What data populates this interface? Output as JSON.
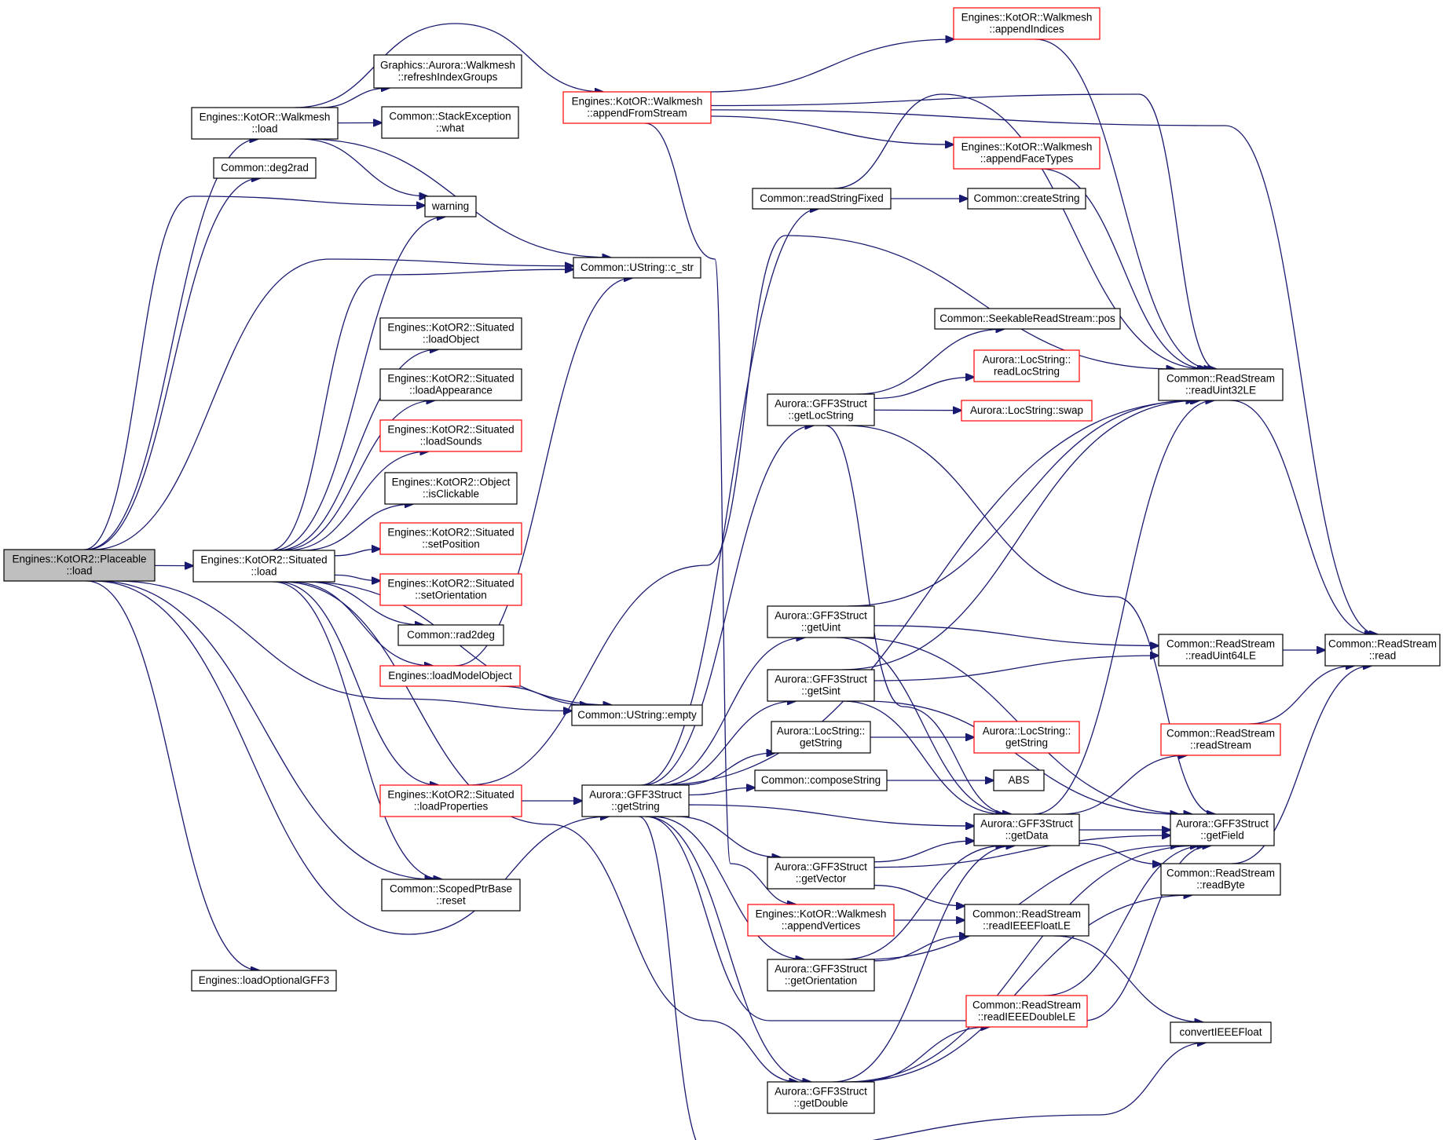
{
  "title": "",
  "colors": {
    "edge": "#191970",
    "normal_border": "#000000",
    "link_border": "#ff0000",
    "root_fill": "#bfbfbf"
  },
  "nodes": [
    {
      "id": "root",
      "lines": [
        "Engines::KotOR2::Placeable",
        "::load"
      ],
      "style": "root"
    },
    {
      "id": "kwalk_load",
      "lines": [
        "Engines::KotOR::Walkmesh",
        "::load"
      ],
      "style": "normal"
    },
    {
      "id": "deg2rad",
      "lines": [
        "Common::deg2rad"
      ],
      "style": "normal"
    },
    {
      "id": "situated_load",
      "lines": [
        "Engines::KotOR2::Situated",
        "::load"
      ],
      "style": "normal"
    },
    {
      "id": "loadOptionalGFF3",
      "lines": [
        "Engines::loadOptionalGFF3"
      ],
      "style": "normal"
    },
    {
      "id": "refreshIndexGroups",
      "lines": [
        "Graphics::Aurora::Walkmesh",
        "::refreshIndexGroups"
      ],
      "style": "normal"
    },
    {
      "id": "stackexc",
      "lines": [
        "Common::StackException",
        "::what"
      ],
      "style": "normal"
    },
    {
      "id": "warning",
      "lines": [
        "warning"
      ],
      "style": "normal"
    },
    {
      "id": "c_str",
      "lines": [
        "Common::UString::c_str"
      ],
      "style": "normal"
    },
    {
      "id": "loadObject",
      "lines": [
        "Engines::KotOR2::Situated",
        "::loadObject"
      ],
      "style": "normal"
    },
    {
      "id": "loadAppearance",
      "lines": [
        "Engines::KotOR2::Situated",
        "::loadAppearance"
      ],
      "style": "normal"
    },
    {
      "id": "loadSounds",
      "lines": [
        "Engines::KotOR2::Situated",
        "::loadSounds"
      ],
      "style": "red"
    },
    {
      "id": "isClickable",
      "lines": [
        "Engines::KotOR2::Object",
        "::isClickable"
      ],
      "style": "normal"
    },
    {
      "id": "setPosition",
      "lines": [
        "Engines::KotOR2::Situated",
        "::setPosition"
      ],
      "style": "red"
    },
    {
      "id": "setOrientation",
      "lines": [
        "Engines::KotOR2::Situated",
        "::setOrientation"
      ],
      "style": "red"
    },
    {
      "id": "rad2deg",
      "lines": [
        "Common::rad2deg"
      ],
      "style": "normal"
    },
    {
      "id": "loadModelObject",
      "lines": [
        "Engines::loadModelObject"
      ],
      "style": "red"
    },
    {
      "id": "empty",
      "lines": [
        "Common::UString::empty"
      ],
      "style": "normal"
    },
    {
      "id": "loadProperties",
      "lines": [
        "Engines::KotOR2::Situated",
        "::loadProperties"
      ],
      "style": "red"
    },
    {
      "id": "reset",
      "lines": [
        "Common::ScopedPtrBase",
        "::reset"
      ],
      "style": "normal"
    },
    {
      "id": "appendFromStream",
      "lines": [
        "Engines::KotOR::Walkmesh",
        "::appendFromStream"
      ],
      "style": "red"
    },
    {
      "id": "getString",
      "lines": [
        "Aurora::GFF3Struct",
        "::getString"
      ],
      "style": "normal"
    },
    {
      "id": "readStringFixed",
      "lines": [
        "Common::readStringFixed"
      ],
      "style": "normal"
    },
    {
      "id": "getLocString",
      "lines": [
        "Aurora::GFF3Struct",
        "::getLocString"
      ],
      "style": "normal"
    },
    {
      "id": "getUint",
      "lines": [
        "Aurora::GFF3Struct",
        "::getUint"
      ],
      "style": "normal"
    },
    {
      "id": "getSint",
      "lines": [
        "Aurora::GFF3Struct",
        "::getSint"
      ],
      "style": "normal"
    },
    {
      "id": "locGetString",
      "lines": [
        "Aurora::LocString::",
        "getString"
      ],
      "style": "normal"
    },
    {
      "id": "composeString",
      "lines": [
        "Common::composeString"
      ],
      "style": "normal"
    },
    {
      "id": "getVector",
      "lines": [
        "Aurora::GFF3Struct",
        "::getVector"
      ],
      "style": "normal"
    },
    {
      "id": "appendVertices",
      "lines": [
        "Engines::KotOR::Walkmesh",
        "::appendVertices"
      ],
      "style": "red"
    },
    {
      "id": "getOrientation",
      "lines": [
        "Aurora::GFF3Struct",
        "::getOrientation"
      ],
      "style": "normal"
    },
    {
      "id": "getDouble",
      "lines": [
        "Aurora::GFF3Struct",
        "::getDouble"
      ],
      "style": "normal"
    },
    {
      "id": "appendIndices",
      "lines": [
        "Engines::KotOR::Walkmesh",
        "::appendIndices"
      ],
      "style": "red"
    },
    {
      "id": "appendFaceTypes",
      "lines": [
        "Engines::KotOR::Walkmesh",
        "::appendFaceTypes"
      ],
      "style": "red"
    },
    {
      "id": "createString",
      "lines": [
        "Common::createString"
      ],
      "style": "normal"
    },
    {
      "id": "pos",
      "lines": [
        "Common::SeekableReadStream::pos"
      ],
      "style": "normal"
    },
    {
      "id": "readLocString",
      "lines": [
        "Aurora::LocString::",
        "readLocString"
      ],
      "style": "red"
    },
    {
      "id": "swap",
      "lines": [
        "Aurora::LocString::swap"
      ],
      "style": "red"
    },
    {
      "id": "locGetString2",
      "lines": [
        "Aurora::LocString::",
        "getString"
      ],
      "style": "red"
    },
    {
      "id": "ABS",
      "lines": [
        "ABS"
      ],
      "style": "normal"
    },
    {
      "id": "getData",
      "lines": [
        "Aurora::GFF3Struct",
        "::getData"
      ],
      "style": "normal"
    },
    {
      "id": "readIEEEFloatLE",
      "lines": [
        "Common::ReadStream",
        "::readIEEEFloatLE"
      ],
      "style": "normal"
    },
    {
      "id": "readIEEEDoubleLE",
      "lines": [
        "Common::ReadStream",
        "::readIEEEDoubleLE"
      ],
      "style": "red"
    },
    {
      "id": "readUint32LE",
      "lines": [
        "Common::ReadStream",
        "::readUint32LE"
      ],
      "style": "normal"
    },
    {
      "id": "readUint64LE",
      "lines": [
        "Common::ReadStream",
        "::readUint64LE"
      ],
      "style": "normal"
    },
    {
      "id": "readStream",
      "lines": [
        "Common::ReadStream",
        "::readStream"
      ],
      "style": "red"
    },
    {
      "id": "getField",
      "lines": [
        "Aurora::GFF3Struct",
        "::getField"
      ],
      "style": "normal"
    },
    {
      "id": "readByte",
      "lines": [
        "Common::ReadStream",
        "::readByte"
      ],
      "style": "normal"
    },
    {
      "id": "convertIEEEFloat",
      "lines": [
        "convertIEEEFloat"
      ],
      "style": "normal"
    },
    {
      "id": "read",
      "lines": [
        "Common::ReadStream",
        "::read"
      ],
      "style": "normal"
    }
  ],
  "edges": [
    [
      "root",
      "kwalk_load"
    ],
    [
      "root",
      "deg2rad"
    ],
    [
      "root",
      "warning"
    ],
    [
      "root",
      "c_str"
    ],
    [
      "root",
      "situated_load"
    ],
    [
      "root",
      "empty"
    ],
    [
      "root",
      "reset"
    ],
    [
      "root",
      "getString"
    ],
    [
      "root",
      "loadOptionalGFF3"
    ],
    [
      "kwalk_load",
      "refreshIndexGroups"
    ],
    [
      "kwalk_load",
      "stackexc"
    ],
    [
      "kwalk_load",
      "warning"
    ],
    [
      "kwalk_load",
      "c_str"
    ],
    [
      "kwalk_load",
      "appendFromStream"
    ],
    [
      "situated_load",
      "warning"
    ],
    [
      "situated_load",
      "c_str"
    ],
    [
      "situated_load",
      "loadObject"
    ],
    [
      "situated_load",
      "loadAppearance"
    ],
    [
      "situated_load",
      "loadSounds"
    ],
    [
      "situated_load",
      "isClickable"
    ],
    [
      "situated_load",
      "setPosition"
    ],
    [
      "situated_load",
      "setOrientation"
    ],
    [
      "situated_load",
      "rad2deg"
    ],
    [
      "situated_load",
      "loadModelObject"
    ],
    [
      "situated_load",
      "empty"
    ],
    [
      "situated_load",
      "loadProperties"
    ],
    [
      "situated_load",
      "reset"
    ],
    [
      "situated_load",
      "getDouble"
    ],
    [
      "loadModelObject",
      "c_str"
    ],
    [
      "loadModelObject",
      "empty"
    ],
    [
      "loadProperties",
      "getString"
    ],
    [
      "loadProperties",
      "readUint32LE"
    ],
    [
      "appendFromStream",
      "appendIndices"
    ],
    [
      "appendFromStream",
      "appendFaceTypes"
    ],
    [
      "appendFromStream",
      "readUint32LE"
    ],
    [
      "appendFromStream",
      "read"
    ],
    [
      "appendFromStream",
      "appendVertices"
    ],
    [
      "getString",
      "readStringFixed"
    ],
    [
      "getString",
      "getLocString"
    ],
    [
      "getString",
      "getUint"
    ],
    [
      "getString",
      "getSint"
    ],
    [
      "getString",
      "locGetString"
    ],
    [
      "getString",
      "composeString"
    ],
    [
      "getString",
      "getVector"
    ],
    [
      "getString",
      "getOrientation"
    ],
    [
      "getString",
      "getDouble"
    ],
    [
      "getString",
      "getData"
    ],
    [
      "getString",
      "readUint32LE"
    ],
    [
      "getString",
      "getField"
    ],
    [
      "getString",
      "convertIEEEFloat"
    ],
    [
      "readStringFixed",
      "createString"
    ],
    [
      "readStringFixed",
      "readUint32LE"
    ],
    [
      "getLocString",
      "pos"
    ],
    [
      "getLocString",
      "readLocString"
    ],
    [
      "getLocString",
      "swap"
    ],
    [
      "getLocString",
      "getData"
    ],
    [
      "getLocString",
      "getField"
    ],
    [
      "getUint",
      "readUint32LE"
    ],
    [
      "getUint",
      "readUint64LE"
    ],
    [
      "getUint",
      "getData"
    ],
    [
      "getUint",
      "getField"
    ],
    [
      "getSint",
      "readUint32LE"
    ],
    [
      "getSint",
      "readUint64LE"
    ],
    [
      "getSint",
      "getData"
    ],
    [
      "getSint",
      "getField"
    ],
    [
      "locGetString",
      "locGetString2"
    ],
    [
      "composeString",
      "ABS"
    ],
    [
      "getVector",
      "getData"
    ],
    [
      "getVector",
      "readIEEEFloatLE"
    ],
    [
      "getVector",
      "getField"
    ],
    [
      "appendVertices",
      "readIEEEFloatLE"
    ],
    [
      "getOrientation",
      "getData"
    ],
    [
      "getOrientation",
      "readIEEEFloatLE"
    ],
    [
      "getOrientation",
      "getField"
    ],
    [
      "getDouble",
      "getData"
    ],
    [
      "getDouble",
      "readIEEEDoubleLE"
    ],
    [
      "getDouble",
      "getField"
    ],
    [
      "getDouble",
      "readByte"
    ],
    [
      "appendIndices",
      "readUint32LE"
    ],
    [
      "appendFaceTypes",
      "readUint32LE"
    ],
    [
      "getData",
      "readUint32LE"
    ],
    [
      "getData",
      "readStream"
    ],
    [
      "getData",
      "getField"
    ],
    [
      "getData",
      "readByte"
    ],
    [
      "readIEEEFloatLE",
      "convertIEEEFloat"
    ],
    [
      "readIEEEDoubleLE",
      "getField"
    ],
    [
      "readUint32LE",
      "read"
    ],
    [
      "readUint64LE",
      "read"
    ],
    [
      "readStream",
      "read"
    ],
    [
      "readByte",
      "read"
    ]
  ]
}
